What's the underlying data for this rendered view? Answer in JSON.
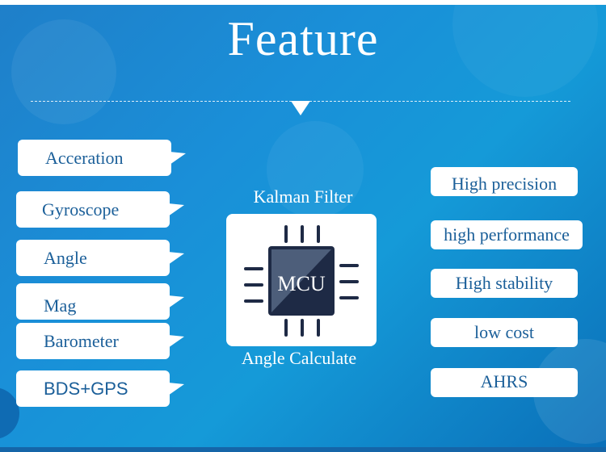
{
  "header": {
    "title": "Feature"
  },
  "inputs": [
    {
      "label": "Acceration"
    },
    {
      "label": "Gyroscope"
    },
    {
      "label": "Angle"
    },
    {
      "label": "Mag"
    },
    {
      "label": "Barometer"
    },
    {
      "label": "BDS+GPS"
    }
  ],
  "processor": {
    "top_label": "Kalman Filter",
    "chip_label": "MCU",
    "bottom_label": "Angle Calculate"
  },
  "features": [
    {
      "label": "High precision"
    },
    {
      "label": "high performance"
    },
    {
      "label": "High stability"
    },
    {
      "label": "low cost"
    },
    {
      "label": "AHRS"
    }
  ],
  "colors": {
    "background": "#1a8fd8",
    "accent_text": "#1b5f99",
    "chip_dark": "#1e2a45",
    "chip_mid": "#4d5e7a"
  },
  "icons": {
    "chip": "microchip-icon"
  }
}
